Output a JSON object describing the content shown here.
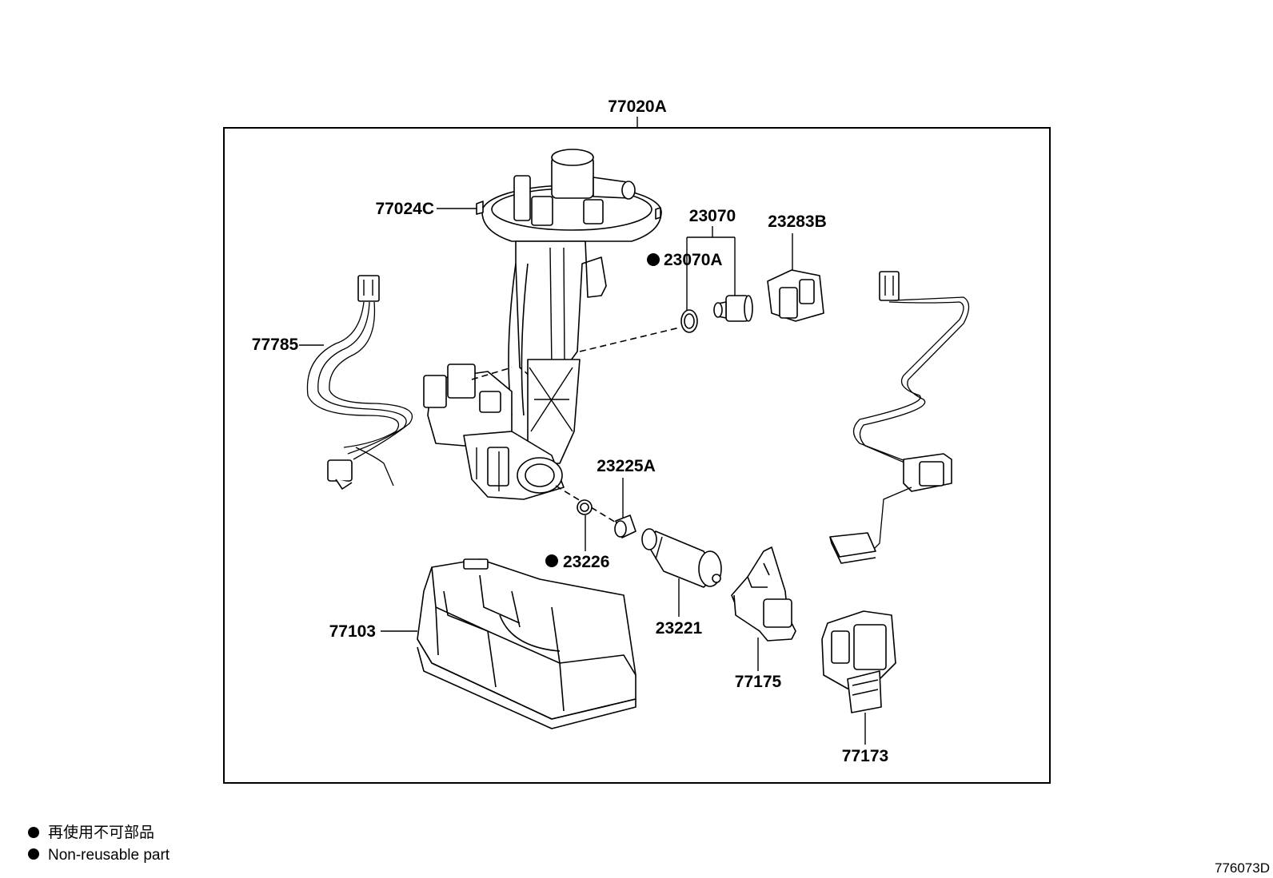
{
  "assembly_label": "77020A",
  "parts": {
    "p77024C": "77024C",
    "p23070": "23070",
    "p23070A": "23070A",
    "p23283B": "23283B",
    "p77785": "77785",
    "p23225A": "23225A",
    "p23226": "23226",
    "p23221": "23221",
    "p77103": "77103",
    "p77175": "77175",
    "p77173": "77173"
  },
  "legend": {
    "line_ja": "再使用不可部品",
    "line_en": "Non-reusable part"
  },
  "drawing_id": "776073D"
}
